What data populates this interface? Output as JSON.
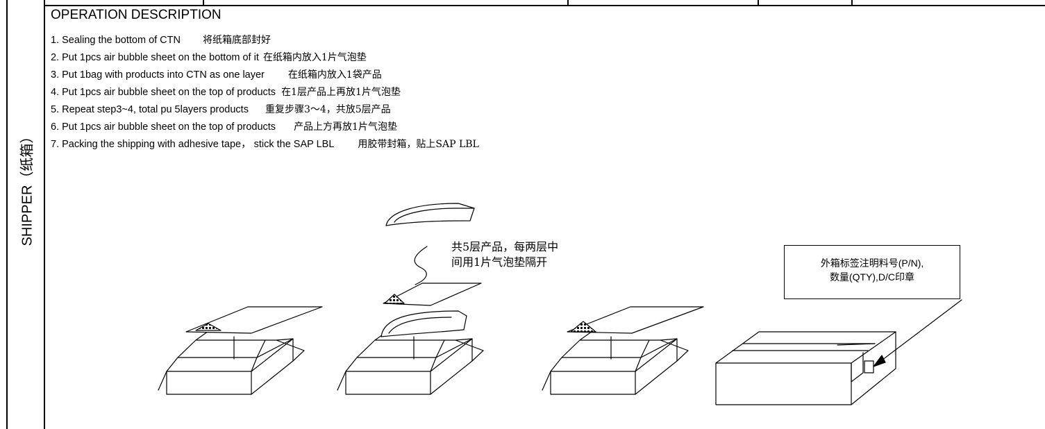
{
  "side_label": "SHIPPER（纸箱）",
  "heading": "OPERATION DESCRIPTION",
  "steps": [
    {
      "en": "1. Sealing the bottom of CTN",
      "cn": "将纸箱底部封好"
    },
    {
      "en": "2. Put 1pcs air bubble sheet on the bottom of it",
      "cn": "在纸箱内放入1片气泡垫"
    },
    {
      "en": "3. Put 1bag with products into CTN as one layer",
      "cn": "在纸箱内放入1袋产品"
    },
    {
      "en": "4. Put 1pcs air bubble sheet on the top of products",
      "cn": "在1层产品上再放1片气泡垫"
    },
    {
      "en": "5. Repeat step3~4, total pu 5layers products",
      "cn": "重复步骤3～4，共放5层产品"
    },
    {
      "en": "6. Put 1pcs air bubble sheet on the top of products",
      "cn": "产品上方再放1片气泡垫"
    },
    {
      "en": "7. Packing the shipping with adhesive tape， stick the SAP LBL",
      "cn": "用胶带封箱，贴上SAP LBL"
    }
  ],
  "layers_note": {
    "line1": "共5层产品，每两层中",
    "line2": "间用1片气泡垫隔开"
  },
  "label_note": {
    "line1": "外箱标签注明料号(P/N),",
    "line2": "数量(QTY),D/C印章"
  }
}
